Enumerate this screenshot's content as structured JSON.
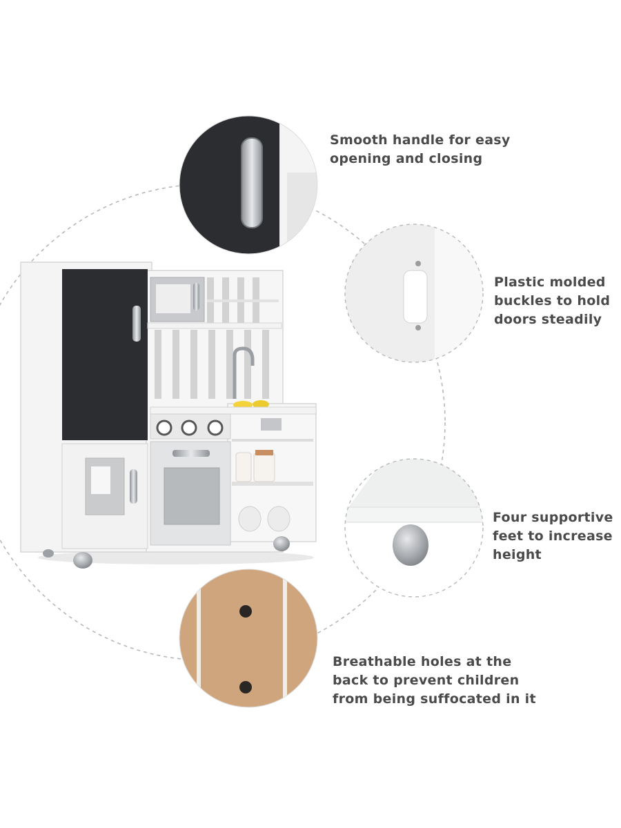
{
  "features": [
    {
      "id": "handle",
      "lines": [
        "Smooth handle for easy",
        "opening and closing"
      ],
      "icon": "handle-closeup"
    },
    {
      "id": "buckle",
      "lines": [
        "Plastic molded",
        "buckles to hold",
        "doors steadily"
      ],
      "icon": "buckle-closeup"
    },
    {
      "id": "feet",
      "lines": [
        "Four supportive",
        "feet to increase",
        "height"
      ],
      "icon": "foot-closeup"
    },
    {
      "id": "holes",
      "lines": [
        "Breathable holes at the",
        "back to prevent children",
        "from being suffocated in it"
      ],
      "icon": "back-panel-closeup"
    }
  ],
  "colors": {
    "text": "#4a4a4a",
    "dashed_circle": "#b8b8b8",
    "chalkboard": "#2b2d30",
    "cabinet_white": "#f4f4f4",
    "silver": "#b9bcc0",
    "wood_back": "#cfa57e"
  }
}
